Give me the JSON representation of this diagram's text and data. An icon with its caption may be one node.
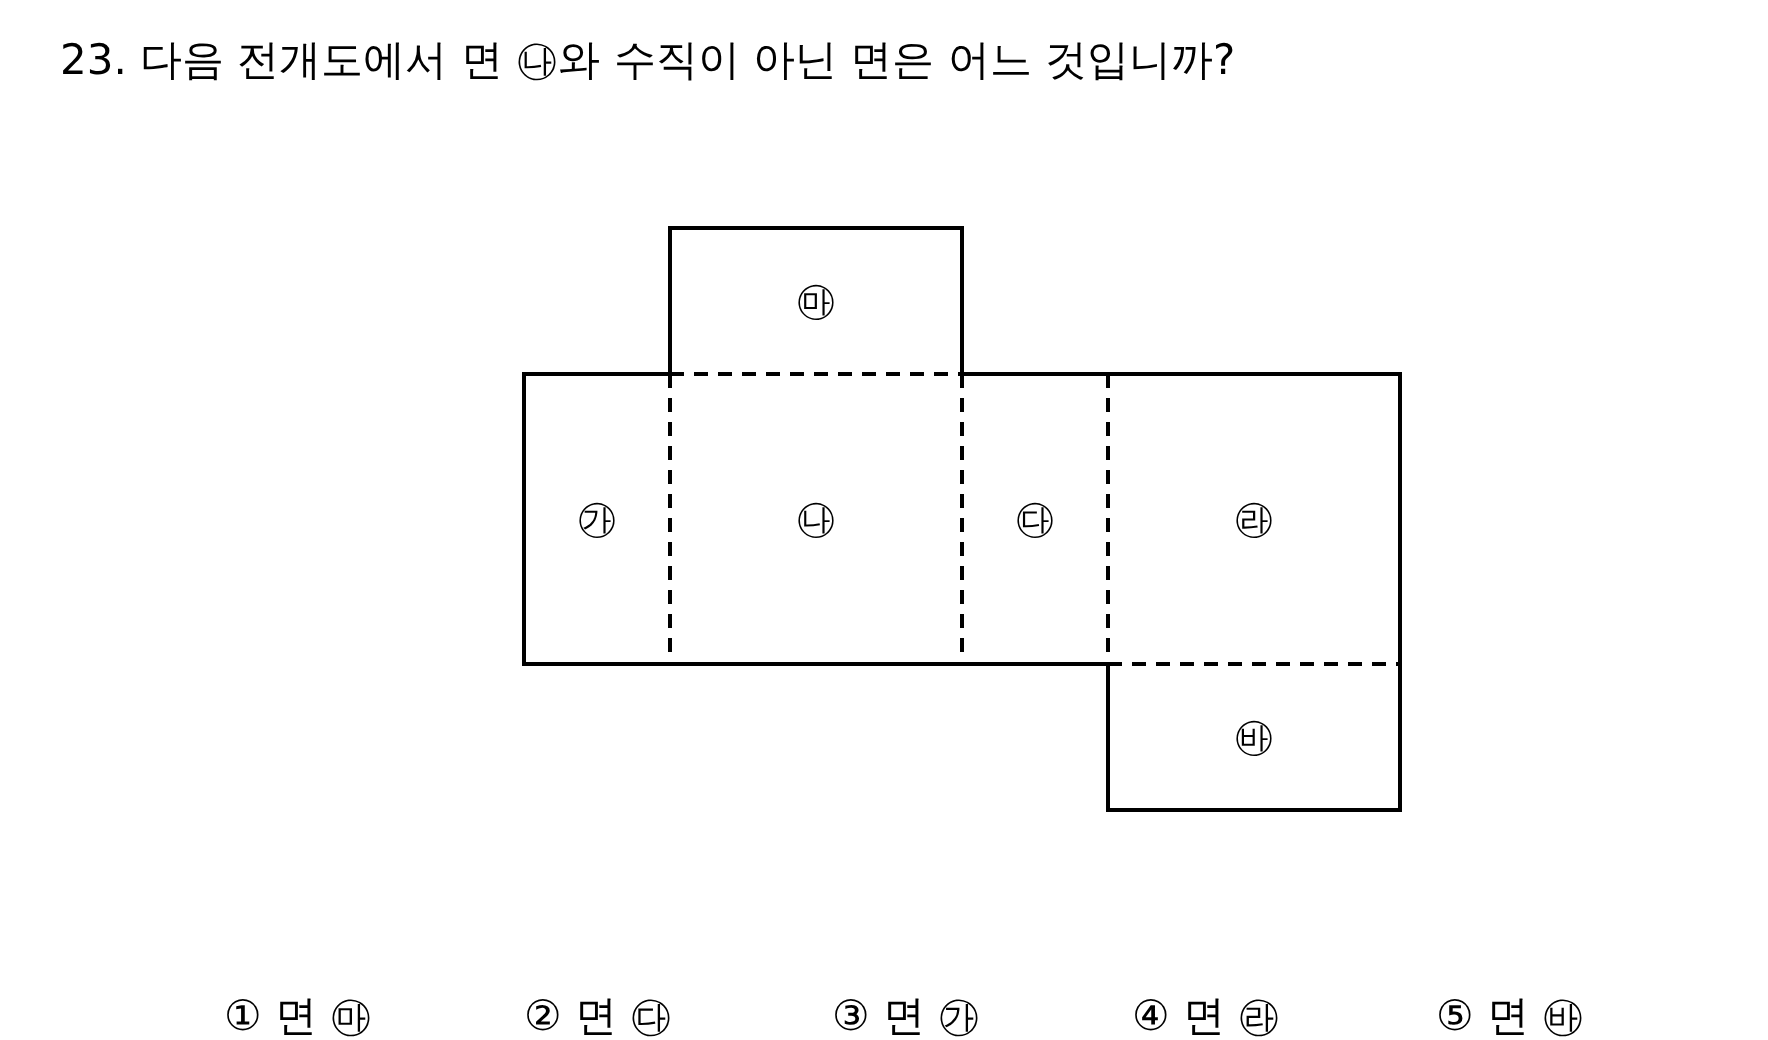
{
  "diagram": {
    "title": "23. 다음 전개도에서 면 ㉯와 수직이 아닌 면은 어느 것입니까?",
    "nodes": [
      {
        "text": [
          "㉲"
        ]
      },
      {
        "text": [
          "㉮"
        ]
      },
      {
        "text": [
          "㉯"
        ]
      },
      {
        "text": [
          "㉰"
        ]
      },
      {
        "text": [
          "㉱"
        ]
      },
      {
        "text": [
          "㉳"
        ]
      }
    ],
    "labels": [
      "① 면 ㉲",
      "② 면 ㉰",
      "③ 면 ㉮",
      "④ 면 ㉱",
      "⑤ 면 ㉳"
    ]
  }
}
